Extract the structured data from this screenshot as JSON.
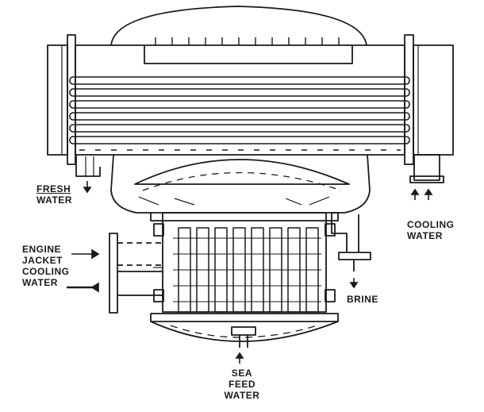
{
  "labels": {
    "fresh_water": [
      "FRESH",
      "WATER"
    ],
    "cooling_water": [
      "COOLING",
      "WATER"
    ],
    "engine_jacket": [
      "ENGINE",
      "JACKET",
      "COOLING",
      "WATER"
    ],
    "brine": "BRINE",
    "sea_feed": [
      "SEA",
      "FEED",
      "WATER"
    ]
  },
  "colors": {
    "ink": "#1a1a1a",
    "paper": "#ffffff"
  }
}
